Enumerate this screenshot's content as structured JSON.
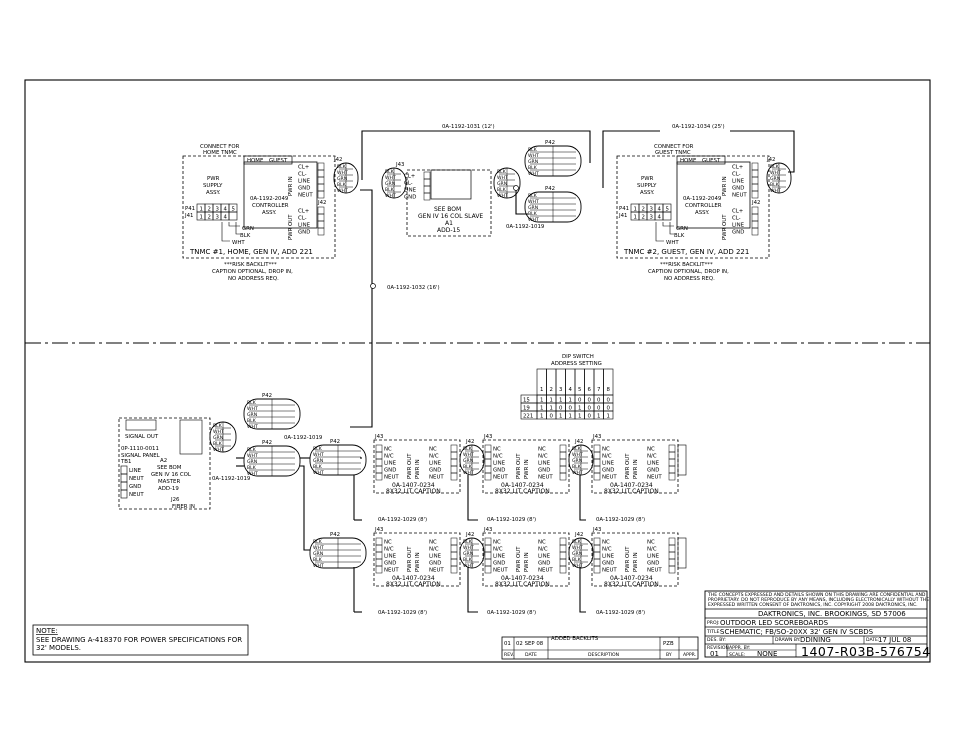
{
  "sheet": {
    "sheet_label": "DAKTRONICS, INC.   BROOKINGS, SD 57006",
    "proj_label": "PROJ:",
    "proj_value": "OUTDOOR LED SCOREBOARDS",
    "title_label": "TITLE:",
    "title_value": "SCHEMATIC; FB/SO-20XX 32' GEN IV SCBDS",
    "des_by": "DES. BY:",
    "drawn_by_label": "DRAWN BY:",
    "drawn_by": "DDINING",
    "date_label": "DATE:",
    "date": "17 JUL 08",
    "revision_label": "REVISION",
    "revision": "01",
    "appr_by": "APPR. BY:",
    "scale_label": "SCALE:",
    "scale": "NONE",
    "drawing_number": "1407-R03B-576754",
    "confidential": [
      "THE CONCEPTS EXPRESSED AND DETAILS SHOWN ON THIS DRAWING ARE CONFIDENTIAL AND",
      "PROPRIETARY. DO NOT REPRODUCE BY ANY MEANS, INCLUDING ELECTRONICALLY WITHOUT THE",
      "EXPRESSED WRITTEN CONSENT OF DAKTRONICS, INC.      COPYRIGHT 2008 DAKTRONICS, INC."
    ],
    "rev_row": [
      "01",
      "02 SEP 08",
      "ADDED BACKLITS",
      "PZB"
    ],
    "rev_headers": [
      "REV.",
      "DATE",
      "DESCRIPTION",
      "BY",
      "APPR."
    ]
  },
  "note": {
    "label": "NOTE:",
    "lines": [
      "SEE DRAWING A-418370 FOR POWER SPECIFICATIONS FOR",
      "32' MODELS."
    ]
  },
  "top": {
    "tnmc1": {
      "connect": [
        "CONNECT FOR",
        "HOME TNMC"
      ],
      "tabs": [
        "HOME",
        "GUEST"
      ],
      "supply": [
        "PWR",
        "SUPPLY",
        "ASSY."
      ],
      "controller": [
        "0A-1192-2049",
        "CONTROLLER",
        "ASSY."
      ],
      "caption": "TNMC #1, HOME, GEN IV, ADD 221",
      "backlit": [
        "***RISK BACKLIT***",
        "CAPTION OPTIONAL, DROP IN,",
        "NO ADDRESS REQ."
      ],
      "p41": "P41",
      "j41": "J41",
      "pins": [
        "1",
        "2",
        "3",
        "4",
        "5"
      ],
      "grn": "GRN",
      "blk": "BLK",
      "wht": "WHT"
    },
    "tnmc2": {
      "connect": [
        "CONNECT FOR",
        "GUEST TNMC"
      ],
      "tabs": [
        "HOME",
        "GUEST"
      ],
      "supply": [
        "PWR",
        "SUPPLY",
        "ASSY."
      ],
      "controller": [
        "0A-1192-2049",
        "CONTROLLER",
        "ASSY."
      ],
      "caption": "TNMC #2, GUEST, GEN IV, ADD 221",
      "backlit": [
        "***RISK BACKLIT***",
        "CAPTION OPTIONAL, DROP IN,",
        "NO ADDRESS REQ."
      ],
      "p41": "P41",
      "j41": "J41",
      "pins": [
        "1",
        "2",
        "3",
        "4",
        "5"
      ],
      "grn": "GRN",
      "blk": "BLK",
      "wht": "WHT"
    },
    "slave": {
      "lines": [
        "SEE BOM",
        "GEN IV 16 COL SLAVE",
        "A1",
        "ADD-15"
      ]
    },
    "cable_12": "0A-1192-1031 (12')",
    "cable_25": "0A-1192-1034 (25')",
    "cable_16": "0A-1192-1032 (16')",
    "cable_1019": "0A-1192-1019"
  },
  "dip": {
    "title": [
      "DIP SWITCH",
      "ADDRESS SETTING"
    ],
    "cols": [
      "1",
      "2",
      "3",
      "4",
      "5",
      "6",
      "7",
      "8"
    ],
    "rows": [
      {
        "addr": "15",
        "bits": [
          "1",
          "1",
          "1",
          "1",
          "0",
          "0",
          "0",
          "0"
        ]
      },
      {
        "addr": "19",
        "bits": [
          "1",
          "1",
          "0",
          "0",
          "1",
          "0",
          "0",
          "0"
        ]
      },
      {
        "addr": "221",
        "bits": [
          "1",
          "0",
          "1",
          "1",
          "1",
          "0",
          "1",
          "1"
        ]
      }
    ]
  },
  "master": {
    "lines": [
      "A2",
      "SEE BOM",
      "GEN IV 16 COL",
      "MASTER",
      "ADD-19"
    ],
    "signal_out": "SIGNAL OUT",
    "signal_panel": [
      "0P-1110-0011",
      "SIGNAL PANEL"
    ],
    "fiber_in": "FIBER IN",
    "j26": "J26",
    "tb1": "TB1",
    "line_labels": [
      "LINE",
      "NEUT",
      "GND",
      "NEUT"
    ],
    "cable_1019a": "0A-1192-1019",
    "cable_1019b": "0A-1192-1019"
  },
  "captions": {
    "assy": "0A-1407-0234",
    "label": "8X32 LIT CAPTION",
    "cable": "0A-1192-1029 (8')",
    "pwr_out": "PWR OUT",
    "pwr_in": "PWR IN"
  },
  "conn": {
    "j42": "J42",
    "p42": "P42",
    "j43": "J43",
    "sig_labels": [
      "NC",
      "N/C",
      "LINE",
      "GND",
      "NEUT"
    ],
    "ctrl_labels": [
      "CL+",
      "CL-",
      "LINE",
      "GND",
      "NEUT"
    ],
    "wire_labels": [
      "BLK",
      "WHT",
      "GRN",
      "BLK",
      "WHT"
    ]
  }
}
